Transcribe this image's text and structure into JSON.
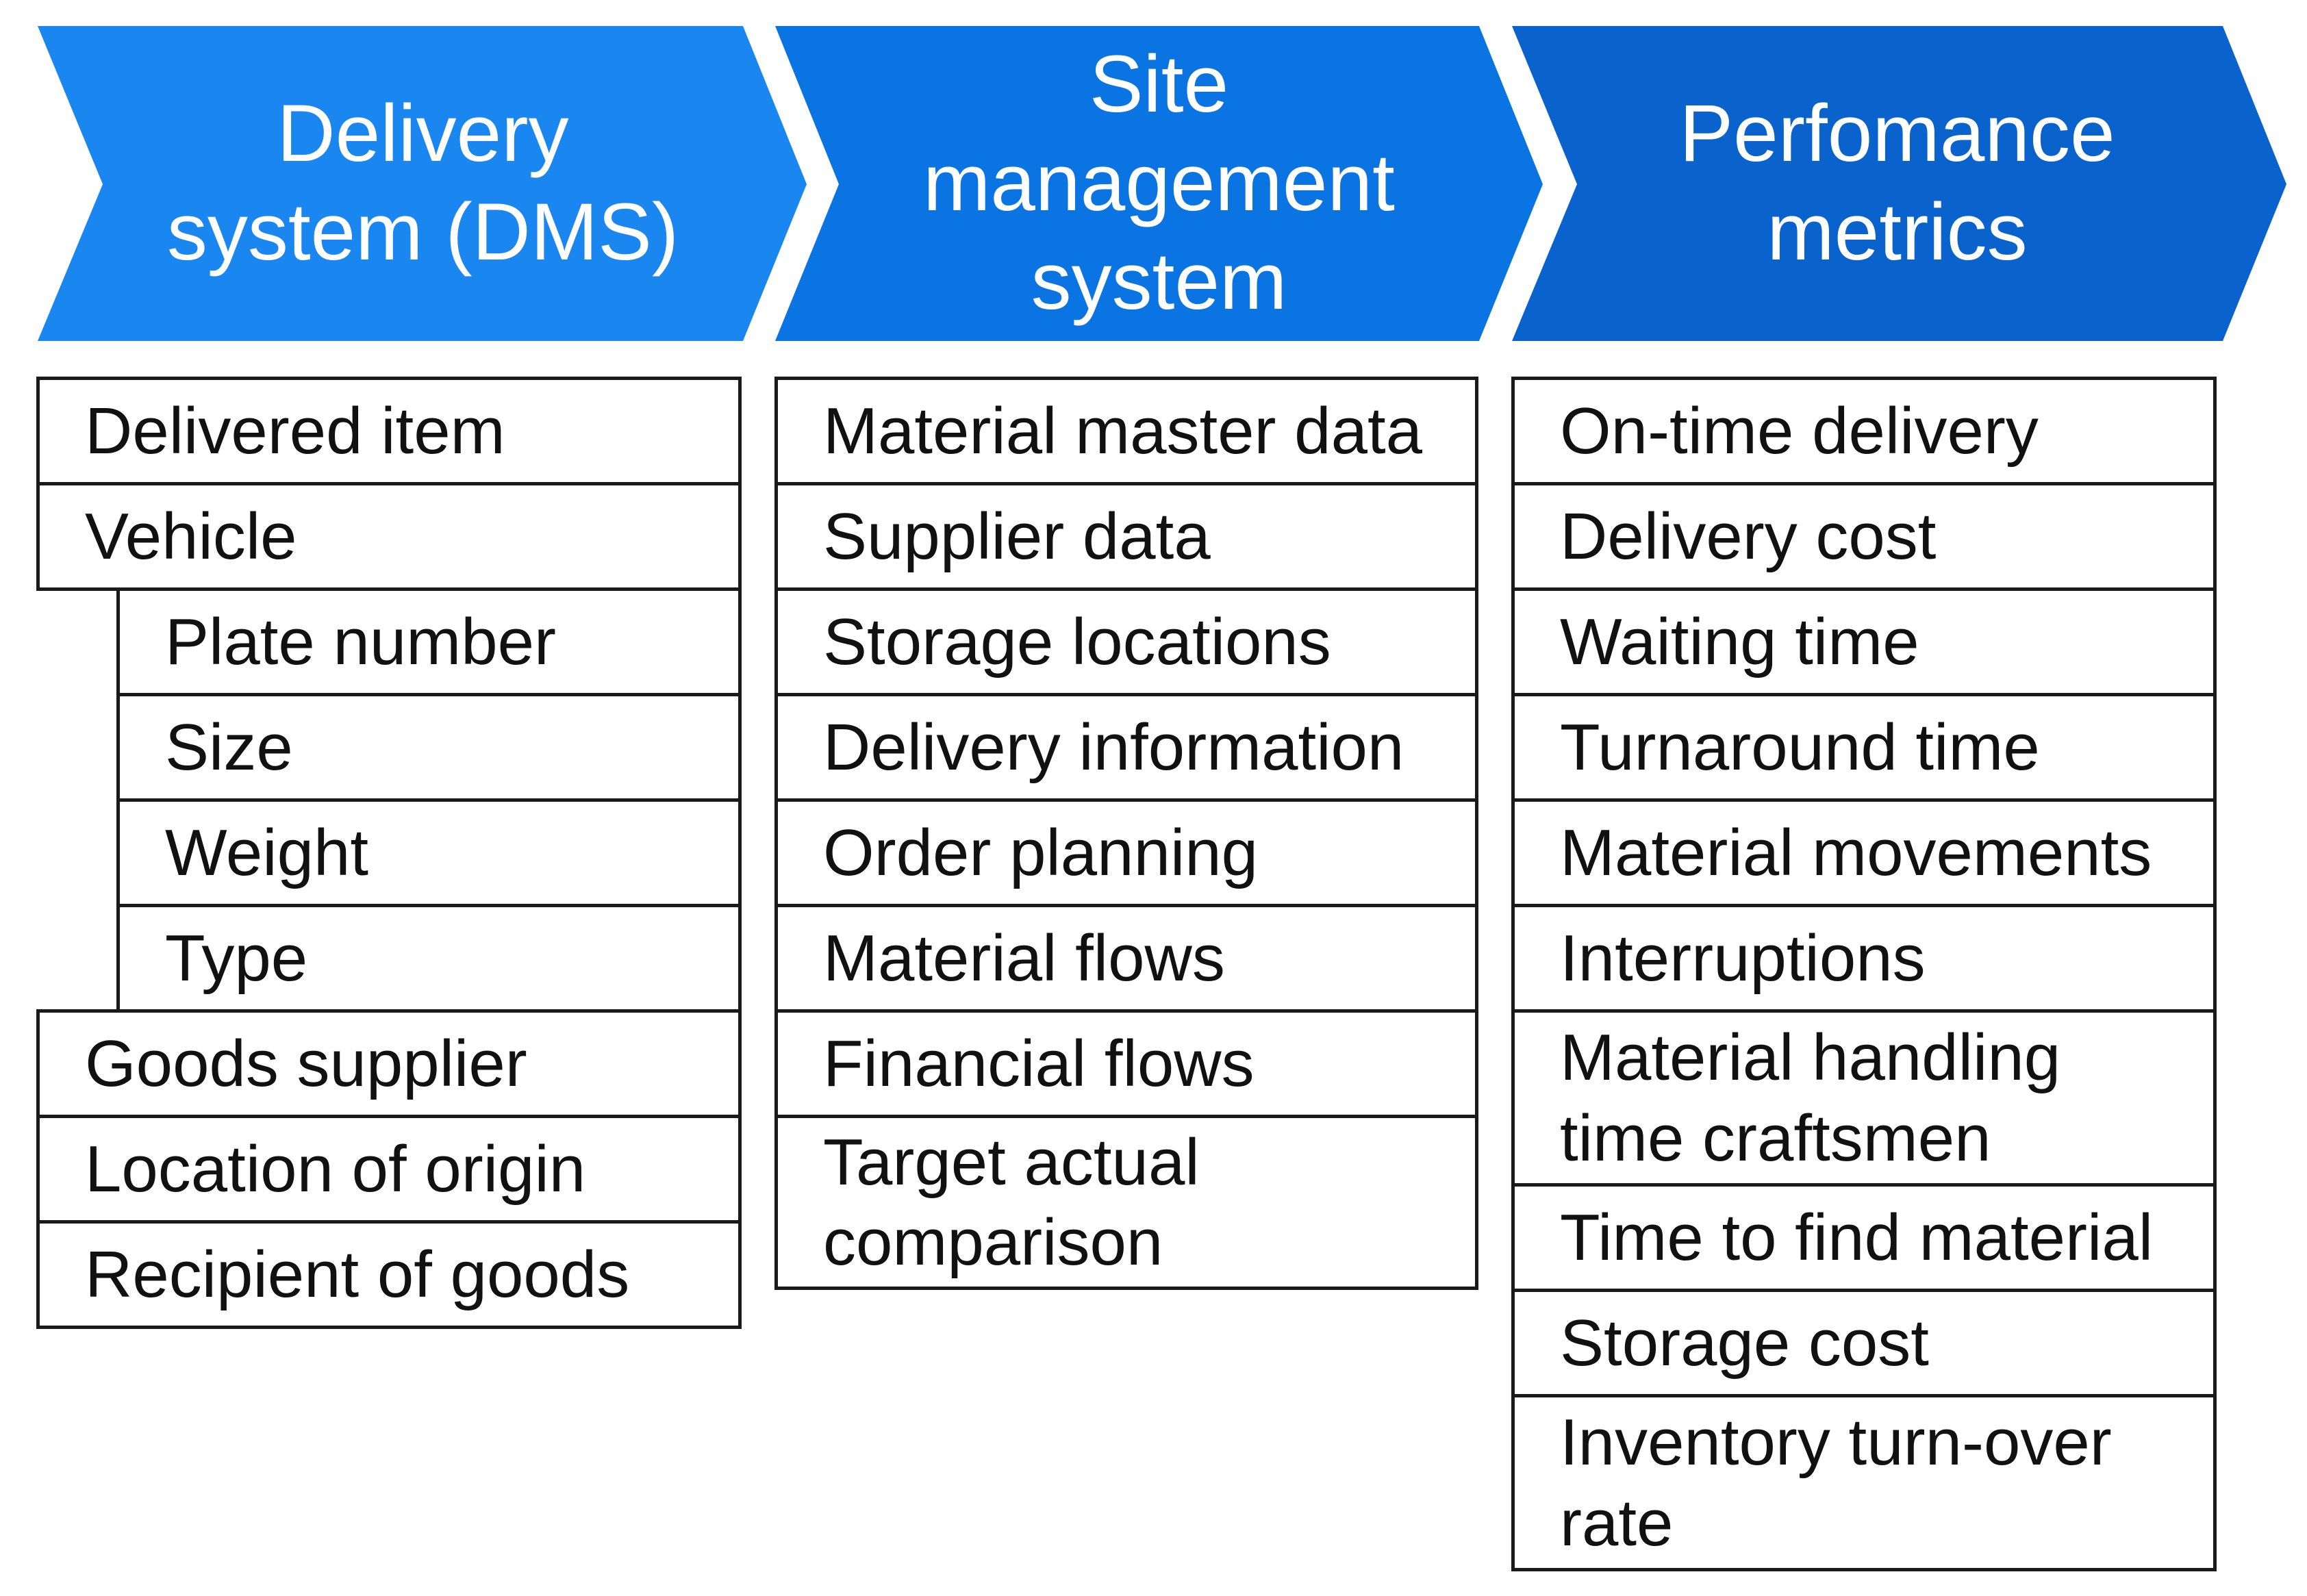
{
  "colors": {
    "arrow_1": "#1a86f0",
    "arrow_2": "#0a74e3",
    "arrow_3": "#0a63cc",
    "border": "#1a1a1a"
  },
  "columns": [
    {
      "title": "Delivery\nsystem (DMS)",
      "items": [
        {
          "label": "Delivered item",
          "level": 0
        },
        {
          "label": "Vehicle",
          "level": 0
        },
        {
          "label": "Plate number",
          "level": 1
        },
        {
          "label": "Size",
          "level": 1
        },
        {
          "label": "Weight",
          "level": 1
        },
        {
          "label": "Type",
          "level": 1
        },
        {
          "label": "Goods supplier",
          "level": 0
        },
        {
          "label": "Location of origin",
          "level": 0
        },
        {
          "label": "Recipient of goods",
          "level": 0
        }
      ]
    },
    {
      "title": "Site\nmanagement\nsystem",
      "items": [
        {
          "label": "Material master data",
          "level": 0
        },
        {
          "label": "Supplier data",
          "level": 0
        },
        {
          "label": "Storage locations",
          "level": 0
        },
        {
          "label": "Delivery information",
          "level": 0
        },
        {
          "label": "Order planning",
          "level": 0
        },
        {
          "label": "Material flows",
          "level": 0
        },
        {
          "label": "Financial flows",
          "level": 0
        },
        {
          "label": "Target actual\ncomparison",
          "level": 0
        }
      ]
    },
    {
      "title": "Perfomance\nmetrics",
      "items": [
        {
          "label": "On-time delivery",
          "level": 0
        },
        {
          "label": "Delivery cost",
          "level": 0
        },
        {
          "label": "Waiting time",
          "level": 0
        },
        {
          "label": "Turnaround time",
          "level": 0
        },
        {
          "label": "Material movements",
          "level": 0
        },
        {
          "label": "Interruptions",
          "level": 0
        },
        {
          "label": "Material handling\ntime craftsmen",
          "level": 0
        },
        {
          "label": "Time to find material",
          "level": 0
        },
        {
          "label": "Storage cost",
          "level": 0
        },
        {
          "label": "Inventory turn-over\nrate",
          "level": 0
        }
      ]
    }
  ]
}
